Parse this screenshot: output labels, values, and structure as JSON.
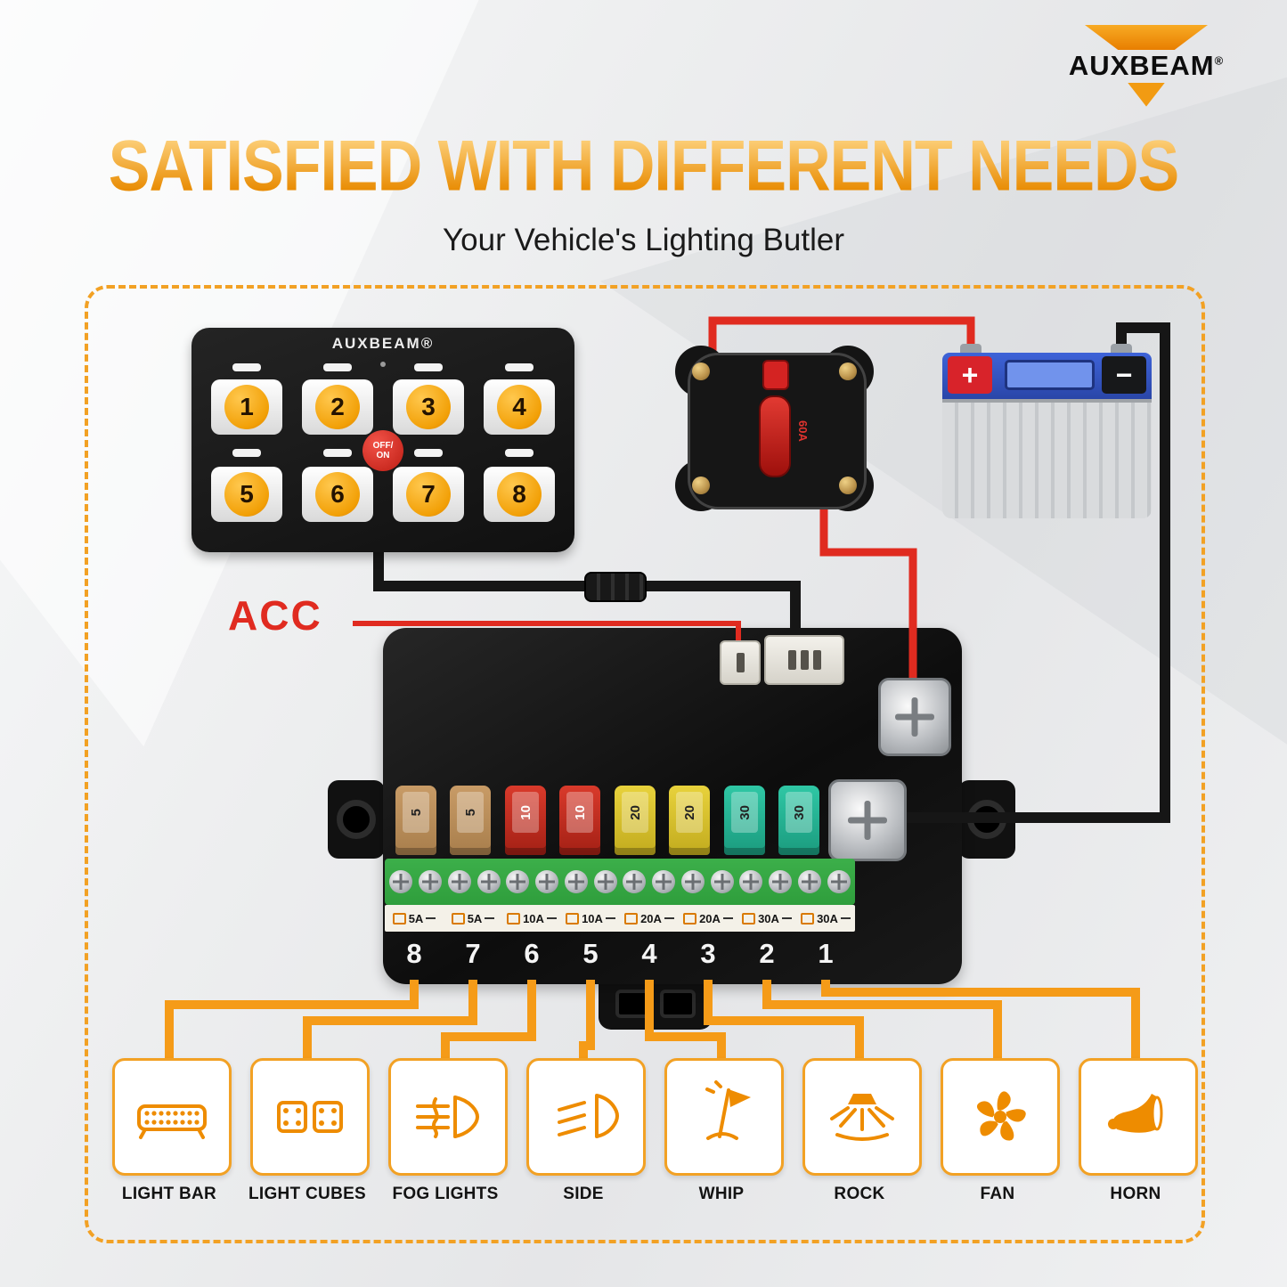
{
  "logo": {
    "brand": "AUXBEAM",
    "reg": "®"
  },
  "header": {
    "title": "SATISFIED WITH DIFFERENT NEEDS",
    "subtitle": "Your Vehicle's Lighting Butler"
  },
  "diagram": {
    "acc_label": "ACC",
    "switch_panel": {
      "brand": "AUXBEAM®",
      "power_label": "OFF/ON",
      "buttons": [
        "1",
        "2",
        "3",
        "4",
        "5",
        "6",
        "7",
        "8"
      ]
    },
    "breaker": {
      "rating": "60A"
    },
    "battery": {
      "positive": "+",
      "negative": "−"
    },
    "control_box": {
      "fuse_ratings": [
        "5",
        "5",
        "10",
        "10",
        "20",
        "20",
        "30",
        "30"
      ],
      "terminal_labels": [
        "5A",
        "5A",
        "10A",
        "10A",
        "20A",
        "20A",
        "30A",
        "30A"
      ],
      "channel_numbers": [
        "8",
        "7",
        "6",
        "5",
        "4",
        "3",
        "2",
        "1"
      ]
    },
    "outputs": [
      {
        "label": "LIGHT BAR",
        "icon": "light-bar-icon"
      },
      {
        "label": "LIGHT CUBES",
        "icon": "light-cubes-icon"
      },
      {
        "label": "FOG LIGHTS",
        "icon": "fog-lights-icon"
      },
      {
        "label": "SIDE",
        "icon": "side-icon"
      },
      {
        "label": "WHIP",
        "icon": "whip-icon"
      },
      {
        "label": "ROCK",
        "icon": "rock-icon"
      },
      {
        "label": "FAN",
        "icon": "fan-icon"
      },
      {
        "label": "HORN",
        "icon": "horn-icon"
      }
    ]
  },
  "colors": {
    "accent": "#EE8C00",
    "wire-orange": "#F59B18",
    "wire-red": "#E02B20",
    "wire-black": "#161616",
    "title-top": "#FFD98A",
    "title-bottom": "#E88A00",
    "fuse-tan": "#C89B66",
    "fuse-red": "#D93A2B",
    "fuse-yellow": "#E8D23C",
    "fuse-teal": "#2FC7A5",
    "terminal-green": "#2F9E3C",
    "button-orange": "#F2A007"
  }
}
